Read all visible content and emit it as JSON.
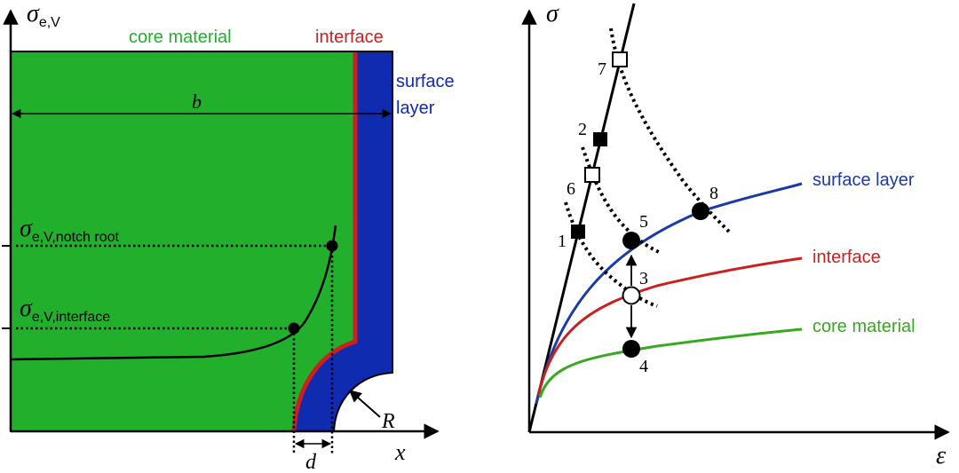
{
  "left": {
    "y_axis": {
      "symbol": "σ",
      "subscript": "e,V"
    },
    "x_axis": {
      "label": "x"
    },
    "labels": {
      "core_material": "core material",
      "interface": "interface",
      "surface_layer_line1": "surface",
      "surface_layer_line2": "layer",
      "width": "b",
      "depth": "d",
      "radius": "R",
      "sigma_notch_root": "σ",
      "sigma_notch_root_sub": "e,V,notch root",
      "sigma_interface": "σ",
      "sigma_interface_sub": "e,V,interface"
    },
    "colors": {
      "core": "#22b02c",
      "interface": "#cc1f1f",
      "surface": "#0f2bb0",
      "core_text": "#22b02c",
      "interface_text": "#cc1f1f",
      "surface_text": "#0f2bb0"
    }
  },
  "right": {
    "y_axis": {
      "label": "σ"
    },
    "x_axis": {
      "label": "ε"
    },
    "curves": {
      "surface_layer": "surface layer",
      "interface": "interface",
      "core_material": "core material"
    },
    "points": [
      "1",
      "2",
      "3",
      "4",
      "5",
      "6",
      "7",
      "8"
    ],
    "colors": {
      "surface_layer": "#1a3aa8",
      "interface": "#cc1f1f",
      "core_material": "#38a820"
    }
  }
}
